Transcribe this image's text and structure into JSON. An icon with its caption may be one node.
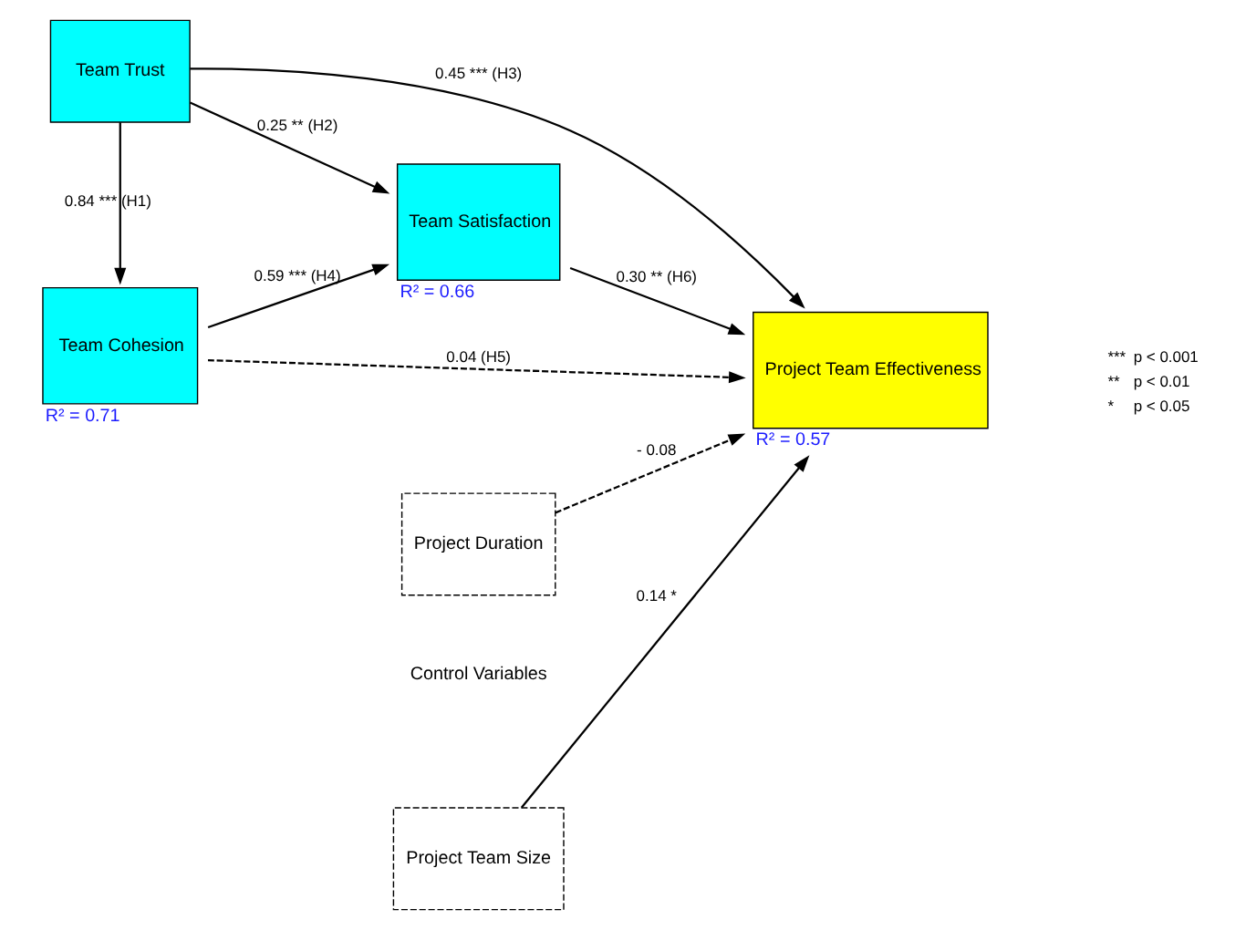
{
  "diagram": {
    "nodes": [
      {
        "text": [
          "Team Trust"
        ]
      },
      {
        "text": [
          "Team Cohesion"
        ],
        "beside": [
          "R² = 0.71"
        ]
      },
      {
        "text": [
          "Team Satisfaction"
        ],
        "beside": [
          "R² = 0.66"
        ]
      },
      {
        "text": [
          "Project Team Effectiveness"
        ],
        "beside": [
          "R² = 0.57"
        ]
      },
      {
        "text": [
          "Project Team Size"
        ]
      },
      {
        "text": [
          "Project Duration"
        ]
      }
    ],
    "edges": [
      {
        "from": 0,
        "to": 1,
        "arrow": "to",
        "label": "0.84 *** (H1)"
      },
      {
        "from": 0,
        "to": 2,
        "arrow": "to",
        "label": "0.25 ** (H2)"
      },
      {
        "from": 0,
        "to": 3,
        "arrow": "to",
        "label": "0.45 *** (H3)"
      },
      {
        "from": 1,
        "to": 2,
        "arrow": "to",
        "label": "0.59 *** (H4)"
      },
      {
        "from": 1,
        "to": 3,
        "arrow": "to",
        "label": "0.04 (H5)",
        "style": "dashed"
      },
      {
        "from": 2,
        "to": 3,
        "arrow": "to",
        "label": "0.30 ** (H6)"
      },
      {
        "from": 4,
        "to": 3,
        "arrow": "to",
        "label": "0.14 *"
      },
      {
        "from": 5,
        "to": 3,
        "arrow": "to",
        "label": "- 0.08",
        "style": "dashed"
      }
    ],
    "labels": [
      "Control Variables",
      "***",
      "p < 0.001",
      "**",
      "p < 0.01",
      "*",
      "p < 0.05"
    ]
  }
}
